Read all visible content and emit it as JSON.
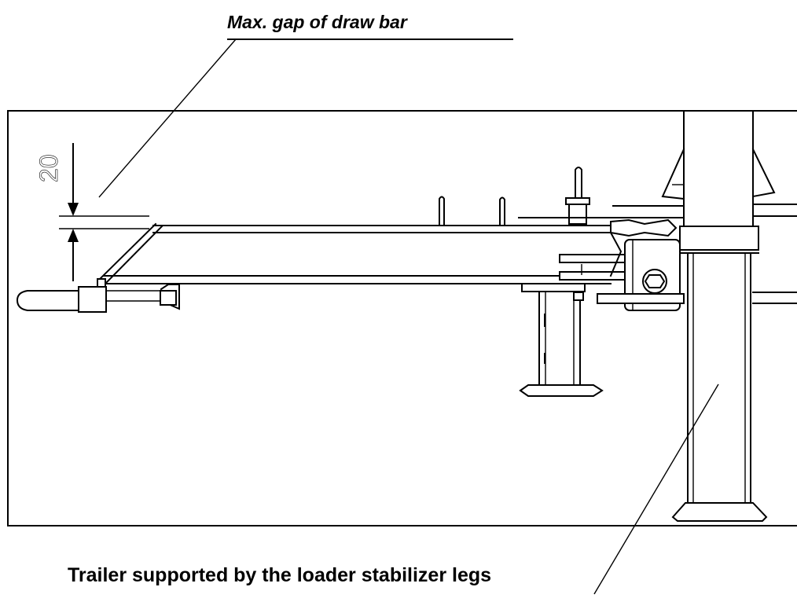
{
  "labels": {
    "title": "Max. gap of draw bar",
    "dimension": "20",
    "caption": "Trailer supported by the loader stabilizer legs"
  },
  "colors": {
    "line": "#000000",
    "background": "#ffffff"
  }
}
